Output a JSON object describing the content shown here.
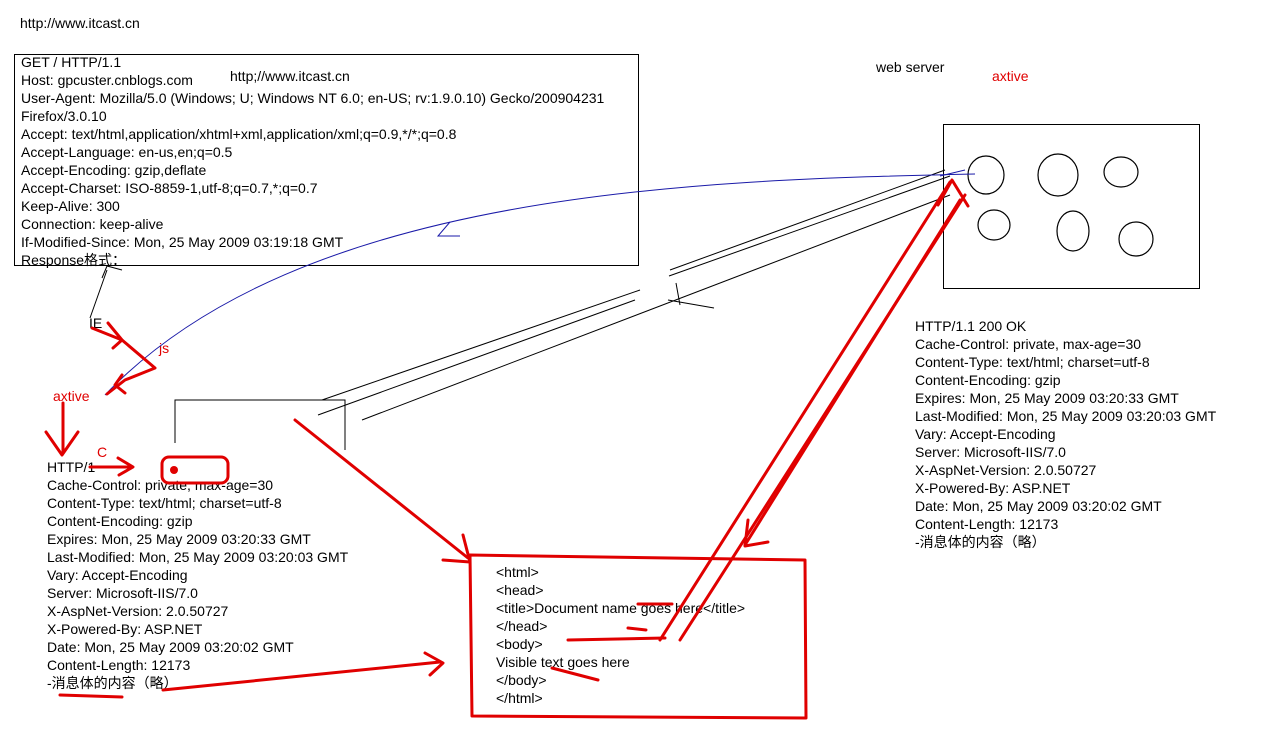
{
  "top_url": "http://www.itcast.cn",
  "request": {
    "lines": [
      "GET / HTTP/1.1",
      "Host: gpcuster.cnblogs.com",
      "User-Agent: Mozilla/5.0 (Windows; U; Windows NT 6.0; en-US; rv:1.9.0.10) Gecko/200904231",
      "Firefox/3.0.10",
      "Accept: text/html,application/xhtml+xml,application/xml;q=0.9,*/*;q=0.8",
      "Accept-Language: en-us,en;q=0.5",
      "Accept-Encoding: gzip,deflate",
      "Accept-Charset: ISO-8859-1,utf-8;q=0.7,*;q=0.7",
      "Keep-Alive: 300",
      "Connection: keep-alive",
      "If-Modified-Since: Mon, 25 May 2009 03:19:18 GMT",
      "Response格式："
    ],
    "inner_url": "http;//www.itcast.cn"
  },
  "server": {
    "label": "web server",
    "annotation": "axtive"
  },
  "response_right": {
    "lines": [
      "HTTP/1.1 200 OK",
      "Cache-Control: private, max-age=30",
      "Content-Type: text/html; charset=utf-8",
      "Content-Encoding: gzip",
      "Expires: Mon, 25 May 2009 03:20:33 GMT",
      "Last-Modified: Mon, 25 May 2009 03:20:03 GMT",
      "Vary: Accept-Encoding",
      "Server: Microsoft-IIS/7.0",
      "X-AspNet-Version: 2.0.50727",
      "X-Powered-By: ASP.NET",
      "Date: Mon, 25 May 2009 03:20:02 GMT",
      "Content-Length: 12173",
      "-消息体的内容（略）"
    ]
  },
  "response_left": {
    "lines": [
      "HTTP/1",
      "Cache-Control: private, max-age=30",
      "Content-Type: text/html; charset=utf-8",
      "Content-Encoding: gzip",
      "Expires: Mon, 25 May 2009 03:20:33 GMT",
      "Last-Modified: Mon, 25 May 2009 03:20:03 GMT",
      "Vary: Accept-Encoding",
      "Server: Microsoft-IIS/7.0",
      "X-AspNet-Version: 2.0.50727",
      "X-Powered-By: ASP.NET",
      "Date: Mon, 25 May 2009 03:20:02 GMT",
      "Content-Length: 12173",
      "-消息体的内容（略）"
    ]
  },
  "labels": {
    "ie": "IE",
    "js": "js",
    "axtive": "axtive",
    "c": "C"
  },
  "html_doc": {
    "lines": [
      "<html>",
      "<head>",
      "<title>Document name goes here</title>",
      "</head>",
      "<body>",
      "Visible text goes here",
      "</body>",
      "</html>"
    ]
  },
  "colors": {
    "annotation_red": "#e00000",
    "blue_arrow": "#1a1aa8"
  }
}
